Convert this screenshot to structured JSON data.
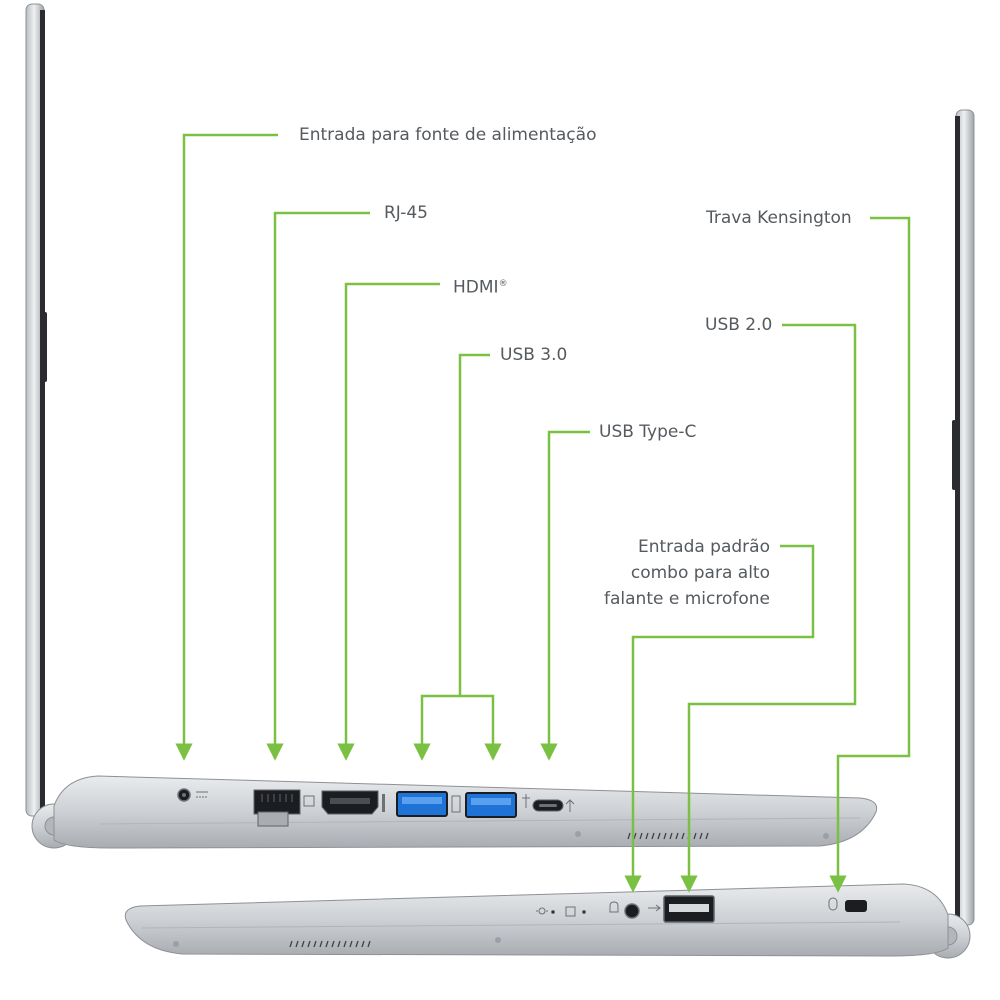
{
  "labels": {
    "power": "Entrada para fonte de alimentação",
    "rj45": "RJ-45",
    "hdmi": "HDMI",
    "hdmi_mark": "®",
    "usb30": "USB 3.0",
    "usbc": "USB Type-C",
    "kensington": "Trava Kensington",
    "usb20": "USB 2.0",
    "audio_line1": "Entrada padrão",
    "audio_line2": "combo para alto",
    "audio_line3": "falante e microfone"
  },
  "colors": {
    "callout": "#7ac143",
    "text": "#555a5f",
    "chassis": "#c9ccd0",
    "port_blue": "#1f73d6",
    "port_dark": "#1b1d20"
  },
  "icons": [
    "power-port-icon",
    "ethernet-port-icon",
    "hdmi-port-icon",
    "usb3-port-icon",
    "usb-c-port-icon",
    "audio-jack-icon",
    "usb2-port-icon",
    "kensington-slot-icon"
  ]
}
